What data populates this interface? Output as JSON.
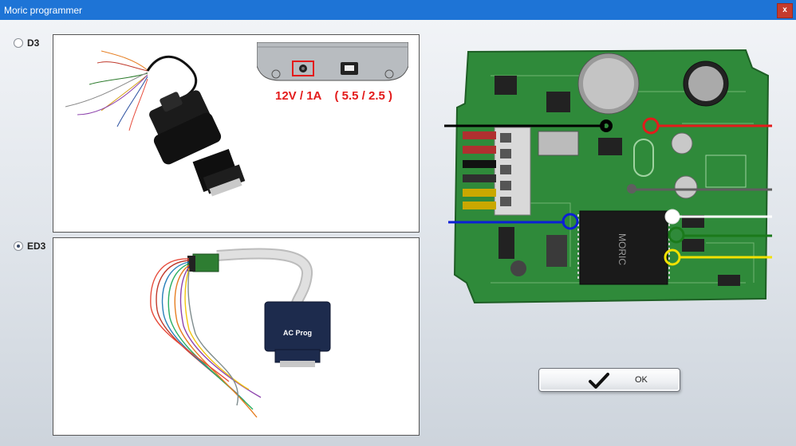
{
  "window": {
    "title": "Moric programmer",
    "close_label": "x"
  },
  "options": [
    {
      "label": "D3",
      "selected": false
    },
    {
      "label": "ED3",
      "selected": true
    }
  ],
  "d3_panel": {
    "power_label": "12V / 1A    ( 5.5 / 2.5 )"
  },
  "ed3_panel": {
    "device_label": "AC Prog"
  },
  "ok_button": {
    "label": "OK"
  },
  "wire_colors": {
    "black": "#000000",
    "red": "#e31b1b",
    "gray": "#5f5f5f",
    "blue": "#0b1fd6",
    "white": "#ffffff",
    "green": "#1b7a1b",
    "yellow": "#f2e100"
  }
}
